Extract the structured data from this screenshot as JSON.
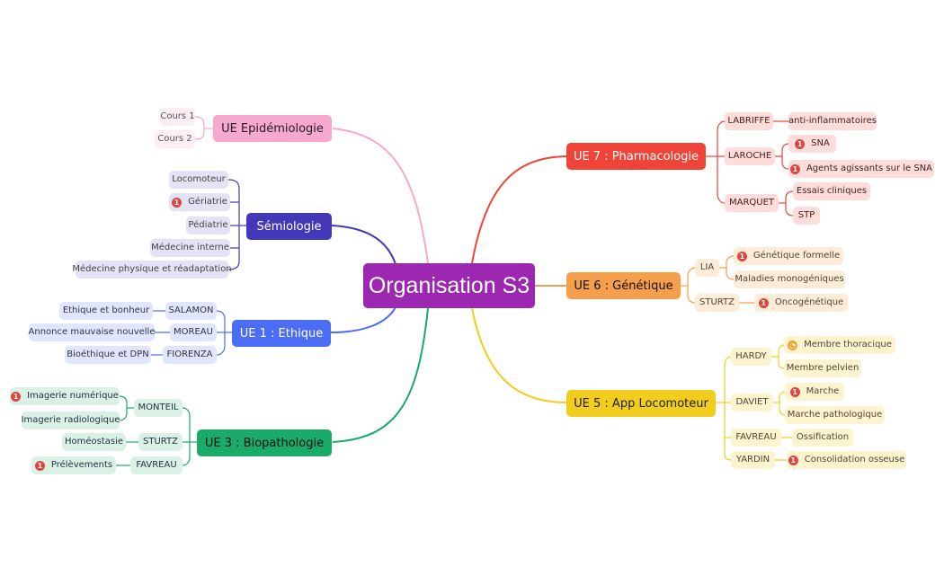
{
  "root": "Organisation S3",
  "colors": {
    "root": "#9c27b0",
    "epidemiologie": "#f7a8d0",
    "semiologie": "#4338b8",
    "ethique": "#4b6cf5",
    "biopathologie": "#1aaa6a",
    "pharmacologie": "#f04438",
    "genetique": "#f59e4b",
    "locomoteur": "#f2cd1d"
  },
  "epidemiologie": {
    "title": "UE Epidémiologie",
    "items": [
      "Cours 1",
      "Cours 2"
    ]
  },
  "semiologie": {
    "title": "Sémiologie",
    "items": [
      {
        "label": "Locomoteur"
      },
      {
        "label": "Gériatrie",
        "marker": "priority-1"
      },
      {
        "label": "Pédiatrie"
      },
      {
        "label": "Médecine interne"
      },
      {
        "label": "Médecine physique et réadaptation"
      }
    ]
  },
  "ethique": {
    "title": "UE 1 : Ethique",
    "teachers": [
      {
        "name": "SALAMON",
        "topic": "Ethique et bonheur"
      },
      {
        "name": "MOREAU",
        "topic": "Annonce mauvaise nouvelle"
      },
      {
        "name": "FIORENZA",
        "topic": "Bioéthique et DPN"
      }
    ]
  },
  "biopathologie": {
    "title": "UE 3 : Biopathologie",
    "teachers": [
      {
        "name": "MONTEIL",
        "topics": [
          {
            "label": "Imagerie numérique",
            "marker": "priority-1"
          },
          {
            "label": "Imagerie radiologique"
          }
        ]
      },
      {
        "name": "STURTZ",
        "topics": [
          {
            "label": "Homéostasie"
          }
        ]
      },
      {
        "name": "FAVREAU",
        "topics": [
          {
            "label": "Prélèvements",
            "marker": "priority-1"
          }
        ]
      }
    ]
  },
  "pharmacologie": {
    "title": "UE 7 : Pharmacologie",
    "teachers": [
      {
        "name": "LABRIFFE",
        "topics": [
          {
            "label": "anti-inflammatoires"
          }
        ]
      },
      {
        "name": "LAROCHE",
        "topics": [
          {
            "label": "SNA",
            "marker": "priority-1"
          },
          {
            "label": "Agents agissants sur le SNA",
            "marker": "priority-1"
          }
        ]
      },
      {
        "name": "MARQUET",
        "topics": [
          {
            "label": "Essais cliniques"
          },
          {
            "label": "STP"
          }
        ]
      }
    ]
  },
  "genetique": {
    "title": "UE 6 : Génétique",
    "teachers": [
      {
        "name": "LIA",
        "topics": [
          {
            "label": "Génétique formelle",
            "marker": "priority-1"
          },
          {
            "label": "Maladies monogéniques"
          }
        ]
      },
      {
        "name": "STURTZ",
        "topics": [
          {
            "label": "Oncogénétique",
            "marker": "priority-1"
          }
        ]
      }
    ]
  },
  "locomoteur": {
    "title": "UE 5 : App Locomoteur",
    "teachers": [
      {
        "name": "HARDY",
        "topics": [
          {
            "label": "Membre thoracique",
            "marker": "progress-half"
          },
          {
            "label": "Membre pelvien"
          }
        ]
      },
      {
        "name": "DAVIET",
        "topics": [
          {
            "label": "Marche",
            "marker": "priority-1"
          },
          {
            "label": "Marche pathologique"
          }
        ]
      },
      {
        "name": "FAVREAU",
        "topics": [
          {
            "label": "Ossification"
          }
        ]
      },
      {
        "name": "YARDIN",
        "topics": [
          {
            "label": "Consolidation osseuse",
            "marker": "priority-1"
          }
        ]
      }
    ]
  }
}
